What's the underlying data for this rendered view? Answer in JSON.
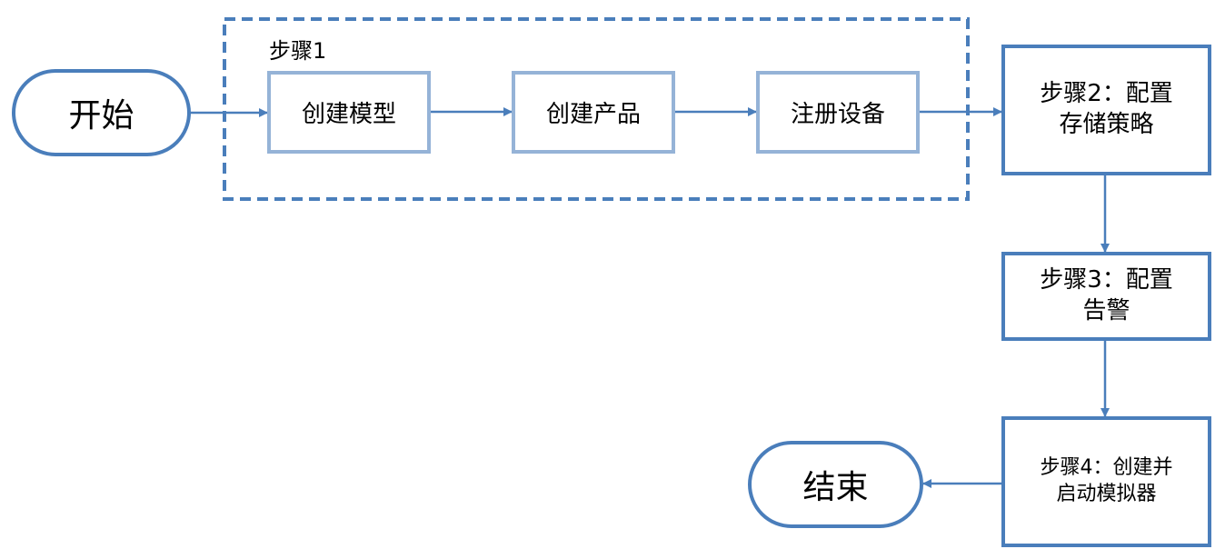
{
  "colors": {
    "primary": "#4a7ebb",
    "secondary": "#95b3d7"
  },
  "start": "开始",
  "end": "结束",
  "step1": {
    "label": "步骤1",
    "items": [
      "创建模型",
      "创建产品",
      "注册设备"
    ]
  },
  "step2": {
    "line1": "步骤2：配置",
    "line2": "存储策略"
  },
  "step3": {
    "line1": "步骤3：配置",
    "line2": "告警"
  },
  "step4": {
    "line1": "步骤4：创建并",
    "line2": "启动模拟器"
  }
}
